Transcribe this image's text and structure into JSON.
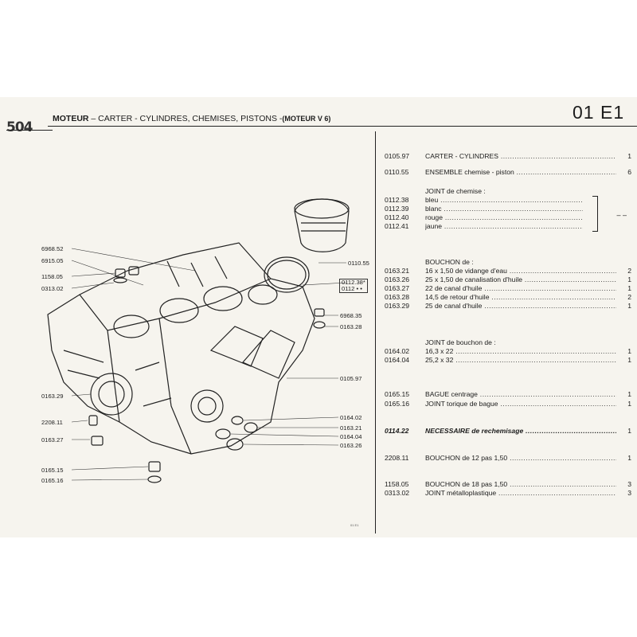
{
  "header": {
    "brand": "504",
    "title_bold": "MOTEUR",
    "title_rest": " –  CARTER - CYLINDRES,  CHEMISES,  PISTONS  -",
    "title_tail": "(MOTEUR  V 6)",
    "page_code": "01 E1"
  },
  "drawing_labels": [
    "6968.52",
    "6915.05",
    "1158.05",
    "0313.02",
    "0110.55",
    "0112.38*",
    "0112 • •",
    "6968.35",
    "0163.28",
    "0105.97",
    "0163.29",
    "0164.02",
    "2208.11",
    "0163.21",
    "0163.27",
    "0164.04",
    "0163.26",
    "0165.15",
    "0165.16",
    "01 E1"
  ],
  "parts": [
    {
      "code": "0105.97",
      "desc": "CARTER - CYLINDRES",
      "qty": "1"
    },
    {
      "code": "0110.55",
      "desc": "ENSEMBLE chemise - piston",
      "qty": "6"
    },
    {
      "code": "",
      "desc": "JOINT de chemise :",
      "qty": "",
      "head": true
    },
    {
      "code": "0112.38",
      "desc": "bleu",
      "qty": ""
    },
    {
      "code": "0112.39",
      "desc": "blanc",
      "qty": "– –"
    },
    {
      "code": "0112.40",
      "desc": "rouge",
      "qty": ""
    },
    {
      "code": "0112.41",
      "desc": "jaune",
      "qty": ""
    },
    {
      "code": "",
      "desc": "BOUCHON de :",
      "qty": "",
      "head": true
    },
    {
      "code": "0163.21",
      "desc": "16 x 1,50 de vidange d'eau",
      "qty": "2"
    },
    {
      "code": "0163.26",
      "desc": "25 x 1,50 de canalisation d'huile",
      "qty": "1"
    },
    {
      "code": "0163.27",
      "desc": "22 de canal d'huile",
      "qty": "1"
    },
    {
      "code": "0163.28",
      "desc": "14,5 de retour d'huile",
      "qty": "2"
    },
    {
      "code": "0163.29",
      "desc": "25 de canal d'huile",
      "qty": "1"
    },
    {
      "code": "",
      "desc": "JOINT de bouchon de :",
      "qty": "",
      "head": true
    },
    {
      "code": "0164.02",
      "desc": "16,3 x 22",
      "qty": "1"
    },
    {
      "code": "0164.04",
      "desc": "25,2 x 32",
      "qty": "1"
    },
    {
      "code": "0165.15",
      "desc": "BAGUE centrage",
      "qty": "1"
    },
    {
      "code": "0165.16",
      "desc": "JOINT torique de bague",
      "qty": "1"
    },
    {
      "code": "0114.22",
      "desc": "NECESSAIRE de rechemisage",
      "qty": "1",
      "ital": true
    },
    {
      "code": "2208.11",
      "desc": "BOUCHON de 12 pas 1,50",
      "qty": "1"
    },
    {
      "code": "1158.05",
      "desc": "BOUCHON de 18 pas 1,50",
      "qty": "3"
    },
    {
      "code": "0313.02",
      "desc": "JOINT métalloplastique",
      "qty": "3"
    }
  ]
}
